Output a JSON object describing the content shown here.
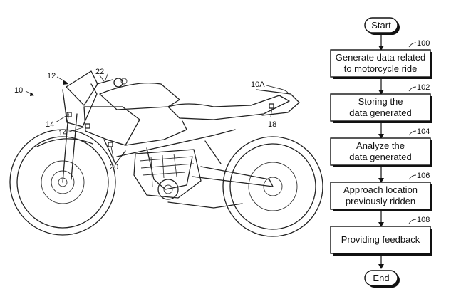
{
  "figure": {
    "motorcycle_refs": {
      "r10": "10",
      "r12": "12",
      "r22": "22",
      "r10a": "10A",
      "r14a": "14",
      "r14b": "14",
      "r18": "18",
      "r20": "20"
    },
    "flow": {
      "start": "Start",
      "end": "End",
      "steps": [
        {
          "ref": "100",
          "line1": "Generate data related",
          "line2": "to motorcycle ride"
        },
        {
          "ref": "102",
          "line1": "Storing the",
          "line2": "data generated"
        },
        {
          "ref": "104",
          "line1": "Analyze the",
          "line2": "data generated"
        },
        {
          "ref": "106",
          "line1": "Approach location",
          "line2": "previously ridden"
        },
        {
          "ref": "108",
          "line1": "Providing feedback",
          "line2": ""
        }
      ]
    }
  }
}
